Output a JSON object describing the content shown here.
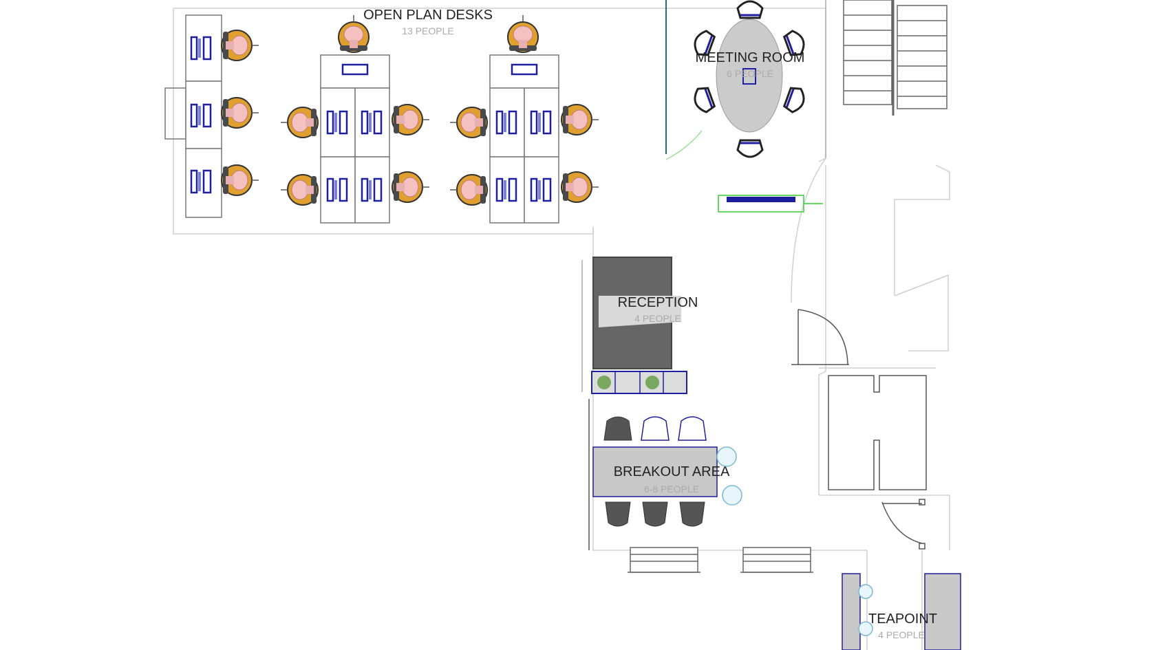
{
  "rooms": {
    "open_plan": {
      "title": "OPEN PLAN DESKS",
      "capacity": "13 PEOPLE"
    },
    "meeting": {
      "title": "MEETING ROOM",
      "capacity": "6 PEOPLE"
    },
    "reception": {
      "title": "RECEPTION",
      "capacity": "4 PEOPLE"
    },
    "breakout": {
      "title": "BREAKOUT AREA",
      "capacity": "6-8 PEOPLE"
    },
    "teapoint": {
      "title": "TEAPOINT",
      "capacity": "4 PEOPLE"
    }
  },
  "colors": {
    "wall": "#c8c8c8",
    "desk_outline": "#6f6f6f",
    "monitor": "#1e1ea0",
    "chair_orange": "#e0a030",
    "chair_pink": "#f4c0c0",
    "chair_dark": "#4a4a4a",
    "table_grey": "#c8c8c8",
    "reception_dark": "#666666",
    "glass_partition": "#2a6a7a",
    "tv_green": "#33cc33"
  }
}
